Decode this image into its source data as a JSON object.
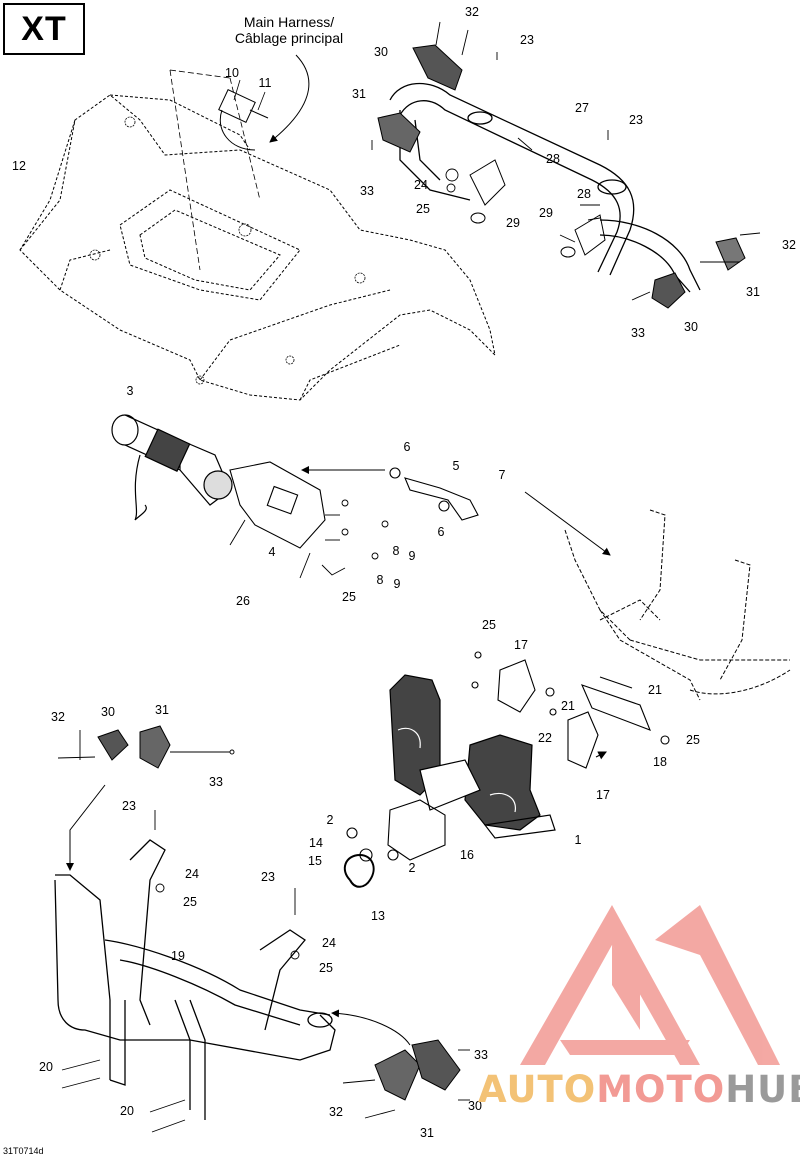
{
  "model_badge": "XT",
  "harness_note": [
    "Main Harness/",
    "Câblage principal"
  ],
  "diagram_code": "31T0714d",
  "watermark": {
    "parts": [
      "AUTO",
      "MOTO",
      "HUB"
    ],
    "colors": [
      "#f3c276",
      "#f29a94",
      "#9a9a9a"
    ]
  },
  "callouts": [
    "1",
    "2",
    "3",
    "4",
    "5",
    "6",
    "7",
    "8",
    "9",
    "10",
    "11",
    "12",
    "13",
    "14",
    "15",
    "16",
    "17",
    "18",
    "19",
    "20",
    "21",
    "22",
    "23",
    "24",
    "25",
    "26",
    "27",
    "28",
    "29",
    "30",
    "31",
    "32",
    "33"
  ]
}
